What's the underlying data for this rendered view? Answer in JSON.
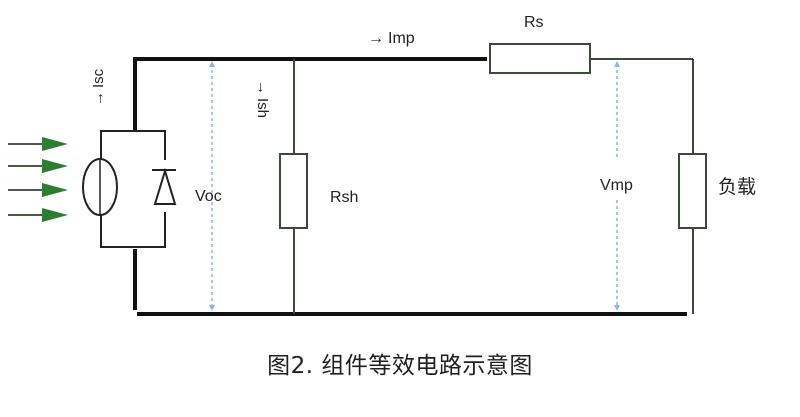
{
  "diagram": {
    "title": "组件等效电路示意图",
    "caption": "图2. 组件等效电路示意图",
    "labels": {
      "isc": "Isc",
      "ish": "Ish",
      "imp": "Imp",
      "rs": "Rs",
      "rsh": "Rsh",
      "voc": "Voc",
      "vmp": "Vmp",
      "load": "负载"
    },
    "arrows": {
      "isc": "→",
      "ish": "→",
      "imp": "→"
    },
    "components": [
      {
        "id": "light-source",
        "type": "incident-light",
        "count": 4
      },
      {
        "id": "current-source",
        "type": "current-source"
      },
      {
        "id": "diode",
        "type": "diode"
      },
      {
        "id": "rsh",
        "type": "resistor",
        "label": "Rsh"
      },
      {
        "id": "rs",
        "type": "resistor",
        "label": "Rs"
      },
      {
        "id": "load",
        "type": "resistor",
        "label": "负载"
      }
    ],
    "colors": {
      "wire": "#111111",
      "thin_wire": "#3c4a3c",
      "light_arrow": "#2e7d32",
      "voltage_marker": "#8ab8e6"
    }
  }
}
